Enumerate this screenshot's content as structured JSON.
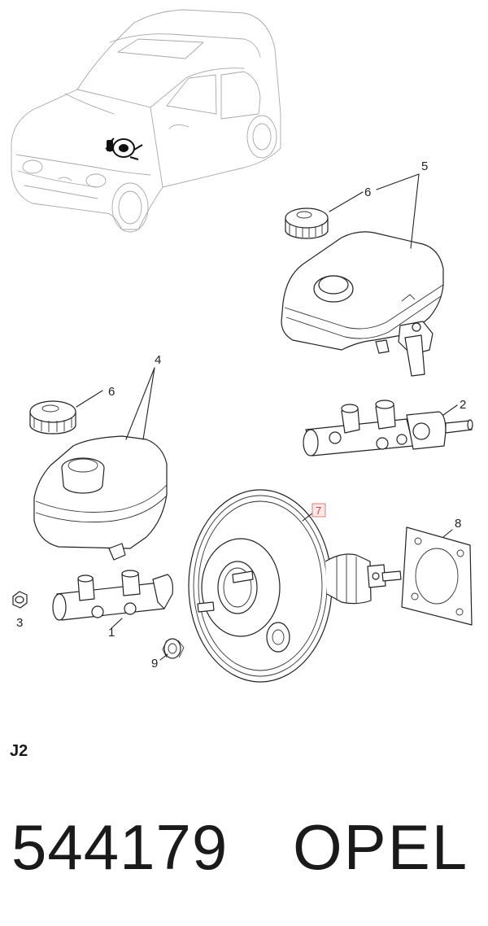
{
  "diagram": {
    "callouts": [
      "1",
      "2",
      "3",
      "4",
      "5",
      "6",
      "6",
      "7",
      "8",
      "9"
    ],
    "highlighted_callout": "7"
  },
  "sheet_code": "J2",
  "part_number": "544179",
  "brand": "OPEL",
  "colors": {
    "line": "#222222",
    "car_outline": "#a8a8a8",
    "highlight_fill": "#fde6e6",
    "highlight_stroke": "#d98080",
    "highlight_text": "#c04848"
  }
}
